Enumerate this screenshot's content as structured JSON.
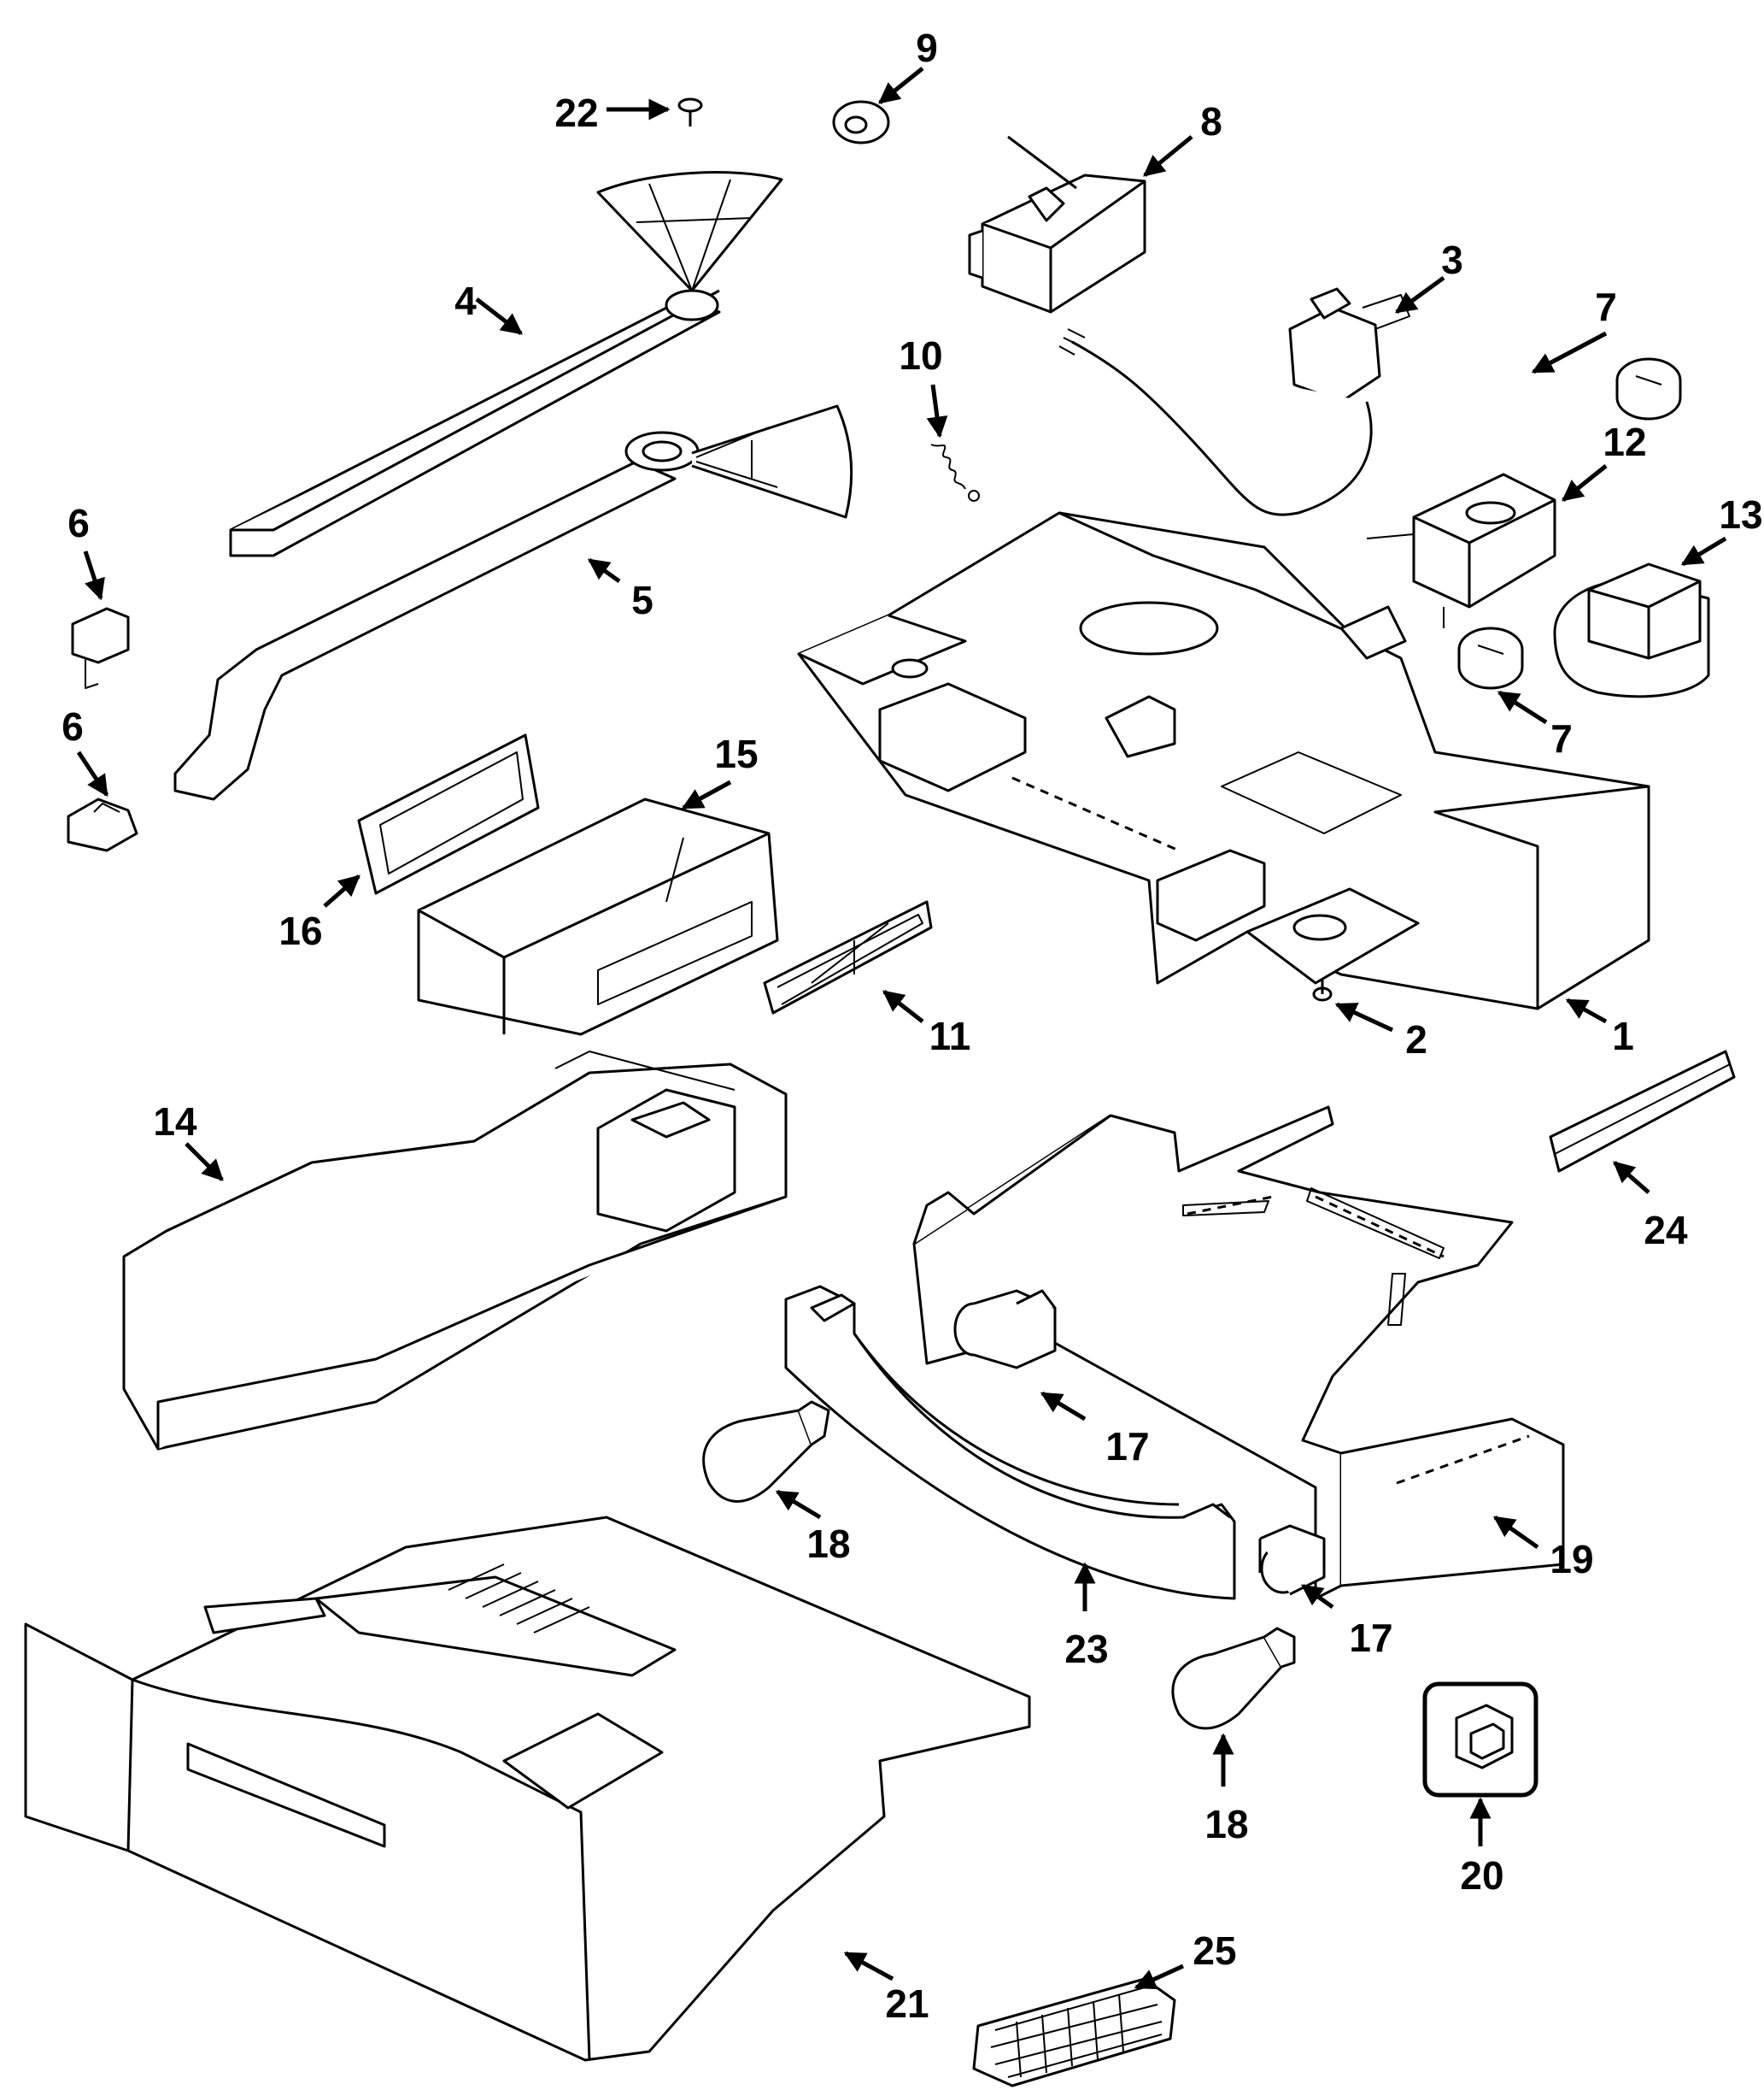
{
  "callouts": {
    "c1": "1",
    "c2": "2",
    "c3": "3",
    "c4": "4",
    "c5": "5",
    "c6a": "6",
    "c6b": "6",
    "c7a": "7",
    "c7b": "7",
    "c8": "8",
    "c9": "9",
    "c10": "10",
    "c11": "11",
    "c12": "12",
    "c13": "13",
    "c14": "14",
    "c15": "15",
    "c16": "16",
    "c17a": "17",
    "c17b": "17",
    "c18a": "18",
    "c18b": "18",
    "c19": "19",
    "c20": "20",
    "c21": "21",
    "c22": "22",
    "c23": "23",
    "c24": "24",
    "c25": "25"
  }
}
